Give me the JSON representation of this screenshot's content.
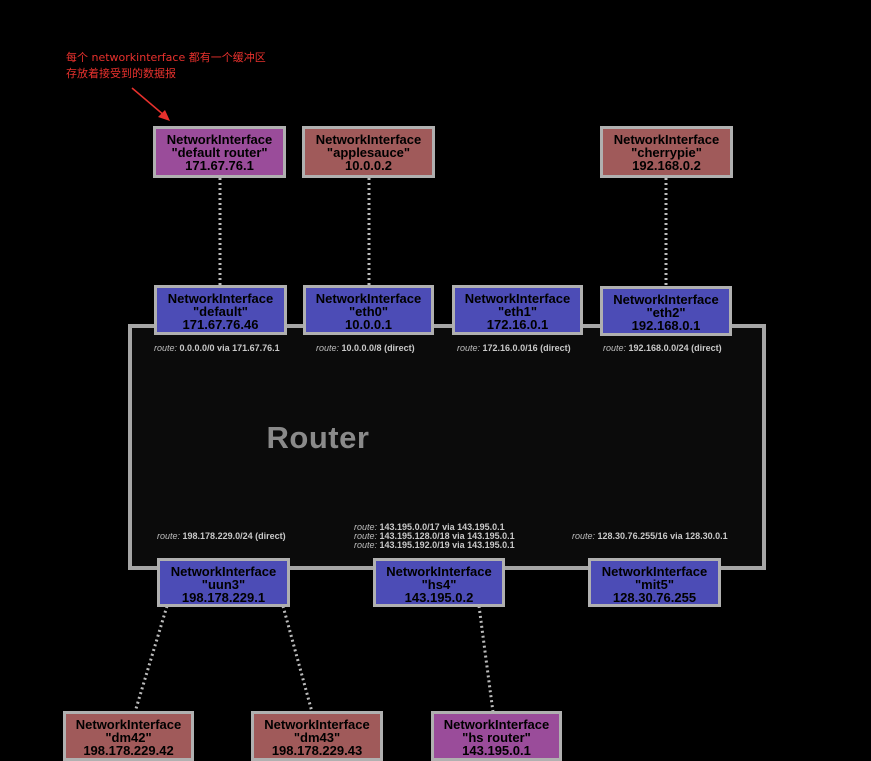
{
  "annotation": {
    "line1": "每个 networkinterface 都有一个缓冲区",
    "line2": "存放着接受到的数据报",
    "color": "#e8312d"
  },
  "router": {
    "title": "Router"
  },
  "colors": {
    "external_red": "#a05a5a",
    "external_purple": "#9a4c9a",
    "internal_blue": "#4c4cb6",
    "border_gray": "#a6a6a6"
  },
  "external_interfaces": {
    "default_router": {
      "type": "NetworkInterface",
      "name": "\"default  router\"",
      "ip": "171.67.76.1"
    },
    "applesauce": {
      "type": "NetworkInterface",
      "name": "\"applesauce\"",
      "ip": "10.0.0.2"
    },
    "cherrypie": {
      "type": "NetworkInterface",
      "name": "\"cherrypie\"",
      "ip": "192.168.0.2"
    },
    "dm42": {
      "type": "NetworkInterface",
      "name": "\"dm42\"",
      "ip": "198.178.229.42"
    },
    "dm43": {
      "type": "NetworkInterface",
      "name": "\"dm43\"",
      "ip": "198.178.229.43"
    },
    "hs_router": {
      "type": "NetworkInterface",
      "name": "\"hs  router\"",
      "ip": "143.195.0.1"
    }
  },
  "router_interfaces": {
    "default": {
      "type": "NetworkInterface",
      "name": "\"default\"",
      "ip": "171.67.76.46"
    },
    "eth0": {
      "type": "NetworkInterface",
      "name": "\"eth0\"",
      "ip": "10.0.0.1"
    },
    "eth1": {
      "type": "NetworkInterface",
      "name": "\"eth1\"",
      "ip": "172.16.0.1"
    },
    "eth2": {
      "type": "NetworkInterface",
      "name": "\"eth2\"",
      "ip": "192.168.0.1"
    },
    "uun3": {
      "type": "NetworkInterface",
      "name": "\"uun3\"",
      "ip": "198.178.229.1"
    },
    "hs4": {
      "type": "NetworkInterface",
      "name": "\"hs4\"",
      "ip": "143.195.0.2"
    },
    "mit5": {
      "type": "NetworkInterface",
      "name": "\"mit5\"",
      "ip": "128.30.76.255"
    }
  },
  "routes": {
    "keyword": "route:",
    "default": "0.0.0.0/0 via 171.67.76.1",
    "eth0": "10.0.0.0/8 (direct)",
    "eth1": "172.16.0.0/16 (direct)",
    "eth2": "192.168.0.0/24 (direct)",
    "uun3": "198.178.229.0/24 (direct)",
    "hs4": [
      "143.195.0.0/17      via 143.195.0.1",
      "143.195.128.0/18 via 143.195.0.1",
      "143.195.192.0/19 via 143.195.0.1"
    ],
    "mit5": "128.30.76.255/16 via 128.30.0.1"
  }
}
